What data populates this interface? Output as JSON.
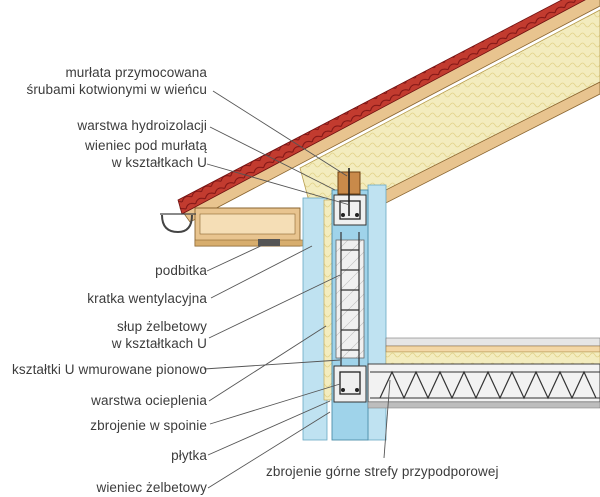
{
  "labels": {
    "murlata_line1": "murłata przymocowana",
    "murlata_line2": "śrubami kotwionymi w wieńcu",
    "hydroizolacja": "warstwa hydroizolacji",
    "wieniec_u_line1": "wieniec pod murłatą",
    "wieniec_u_line2": "w kształtkach U",
    "podbitka": "podbitka",
    "kratka": "kratka wentylacyjna",
    "slup_line1": "słup żelbetowy",
    "slup_line2": "w kształtkach U",
    "ksztaltki_pionowo": "kształtki U wmurowane pionowo",
    "ocieplenie": "warstwa ocieplenia",
    "zbrojenie_spoinie": "zbrojenie w spoinie",
    "plytka": "płytka",
    "wieniec_zelbetowy": "wieniec żelbetowy",
    "zbrojenie_gorne": "zbrojenie górne strefy przypodporowej"
  },
  "colors": {
    "insulation": "#f3ecbe",
    "wall": "#d2ecf6",
    "wall_dark": "#9fd3ea",
    "timber": "#e8c48f",
    "roof_tile": "#b22525",
    "concrete": "#cfcfcf",
    "leader": "#555555"
  }
}
